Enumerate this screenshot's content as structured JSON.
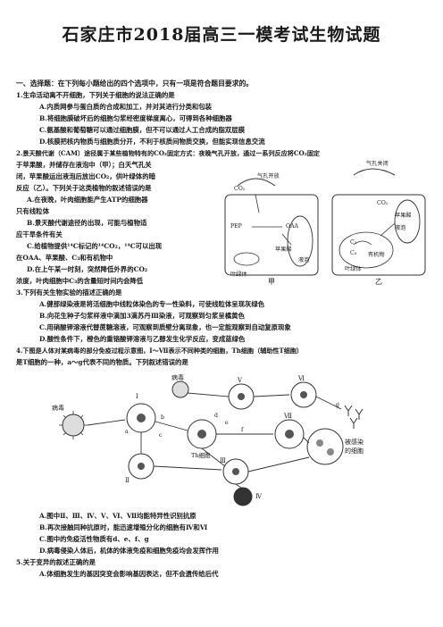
{
  "title": "石家庄市2018届高三一模考试生物试题",
  "section": "一、选择题：在下列每小题给出的四个选项中，只有一项是符合题目要求的。",
  "q1": {
    "stem": "1.生命活动离不开细胞，下列关于细胞的说法正确的是",
    "a": "A.内质网参与蛋白质的合成和加工，并对其进行分类和包装",
    "b": "B.将细胞膜破坏后的细胞匀浆经密度梯度离心，可得到各种细胞器",
    "c": "C.氨基酸和葡萄糖可以通过细胞膜，但不可以通过人工合成的脂双层膜",
    "d": "D.核膜把核内物质与细胞质分开，不利于核质间物质交换，但能实现信息交流"
  },
  "q2": {
    "stem1": "2.景天酸代谢（CAM）途径属于某些植物特有的CO₂固定方式：夜晚气孔开放，通过一系列反应将CO₂固定",
    "stem2": "于苹果酸，并储存在液泡中（甲）；白天气孔关",
    "stem3": "闭，苹果酸运出液泡后放出CO₂，供叶绿体的暗",
    "stem4": "反应（乙）。下列关于这类植物的叙述错误的是",
    "a1": "A.在夜晚，叶肉细胞能产生ATP的细胞器",
    "a2": "只有线粒体",
    "b1": "B.景天酸代谢途径的出现，可能与植物适",
    "b2": "应干旱条件有关",
    "c1": "C.给植物提供¹⁴C标记的¹⁴CO₂，¹⁴C可以出现",
    "c2": "在OAA、苹果酸、C₃和有机物中",
    "d1": "D.在上午某一时刻，突然降低外界的CO₂",
    "d2": "浓度，叶肉细胞中C₃的含量短时间内会降低",
    "figure": {
      "jia_open": "气孔开放",
      "yi_closed": "气孔关闭",
      "co2": "CO₂",
      "pep": "PEP",
      "oaa": "OAA",
      "malic": "苹果酸",
      "vacuole": "液泡",
      "chloroplast": "叶绿体",
      "c3": "C₃",
      "c5": "C₅",
      "organics": "有机物",
      "jia": "甲",
      "yi": "乙"
    }
  },
  "q3": {
    "stem": "3.下列有关生物实验的描述正确的是",
    "a": "A.健那绿染液是将活细胞中线粒体染色的专一性染料，可使线粒体呈现灰绿色",
    "b": "B.向花生种子匀浆样液中滴加3滴苏丹Ⅲ染液，可观察到匀浆呈橘黄色",
    "c": "C.用硝酸钾溶液代替蔗糖溶液，可观察到质壁分离现象，也一定能观察到自动复原现象",
    "d": "D.酸性条件下，橙色的重铬酸钾溶液与乙醇发生化学反应，变成蓝绿色"
  },
  "q4": {
    "stem1": "4.下图是人体对某病毒的部分免疫过程示意图，Ⅰ～Ⅶ表示不同种类的细胞，Th细胞（辅助性T细胞）",
    "stem2": "是T细胞的一种，a～g代表不同的物质。下列叙述错误的是",
    "a": "A.图中Ⅱ、Ⅲ、Ⅳ、Ⅴ、Ⅵ、Ⅶ均能特异性识别抗原",
    "b": "B.再次接触同种抗原时，能迅速增殖分化的细胞有Ⅳ和Ⅵ",
    "c": "C.图中的免疫活性物质有d、e、f、g",
    "d": "D.病毒侵染人体后，机体的体液免疫和细胞免疫均会发挥作用",
    "figure": {
      "virus1": "病毒",
      "virus2": "病毒",
      "infected": "被感染",
      "infected2": "的细胞",
      "th": "Th细胞",
      "r1": "Ⅰ",
      "r2": "Ⅱ",
      "r3": "Ⅲ",
      "r4": "Ⅳ",
      "r5": "Ⅴ",
      "r6": "Ⅵ",
      "r7": "Ⅶ",
      "a": "a",
      "b": "b",
      "c": "c",
      "d": "d",
      "e": "e",
      "f": "f",
      "g": "g"
    }
  },
  "q5": {
    "stem": "5.关于变异的叙述正确的是",
    "a": "A.体细胞发生的基因突变会影响基因表达，但不会遗传给后代"
  }
}
